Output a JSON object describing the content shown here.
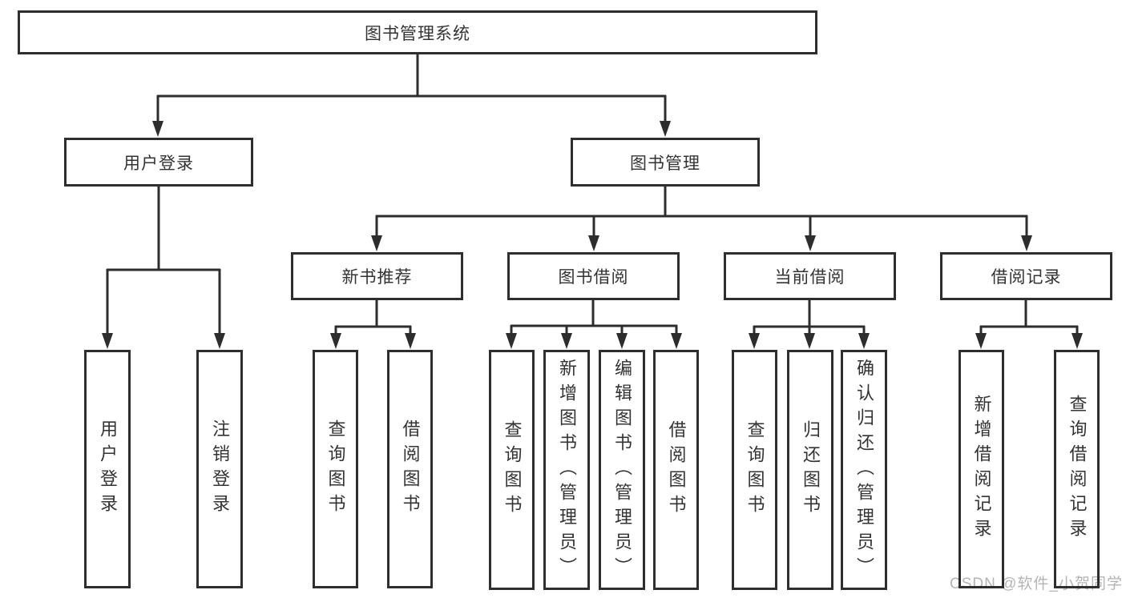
{
  "tree": {
    "label": "图书管理系统",
    "children": [
      {
        "label": "用户登录",
        "children": [
          {
            "label": "用户登录"
          },
          {
            "label": "注销登录"
          }
        ]
      },
      {
        "label": "图书管理",
        "children": [
          {
            "label": "新书推荐",
            "children": [
              {
                "label": "查询图书"
              },
              {
                "label": "借阅图书"
              }
            ]
          },
          {
            "label": "图书借阅",
            "children": [
              {
                "label": "查询图书"
              },
              {
                "label": "新增图书（管理员）"
              },
              {
                "label": "编辑图书（管理员）"
              },
              {
                "label": "借阅图书"
              }
            ]
          },
          {
            "label": "当前借阅",
            "children": [
              {
                "label": "查询图书"
              },
              {
                "label": "归还图书"
              },
              {
                "label": "确认归还（管理员）"
              }
            ]
          },
          {
            "label": "借阅记录",
            "children": [
              {
                "label": "新增借阅记录"
              },
              {
                "label": "查询借阅记录"
              }
            ]
          }
        ]
      }
    ]
  },
  "watermark": {
    "text": "CSDN @软件_小贺同学"
  },
  "colors": {
    "box_border": "#2e2e2e",
    "connector": "#2d2d2d",
    "text": "#333333",
    "watermark": "#b4b4b4",
    "background": "#ffffff"
  }
}
